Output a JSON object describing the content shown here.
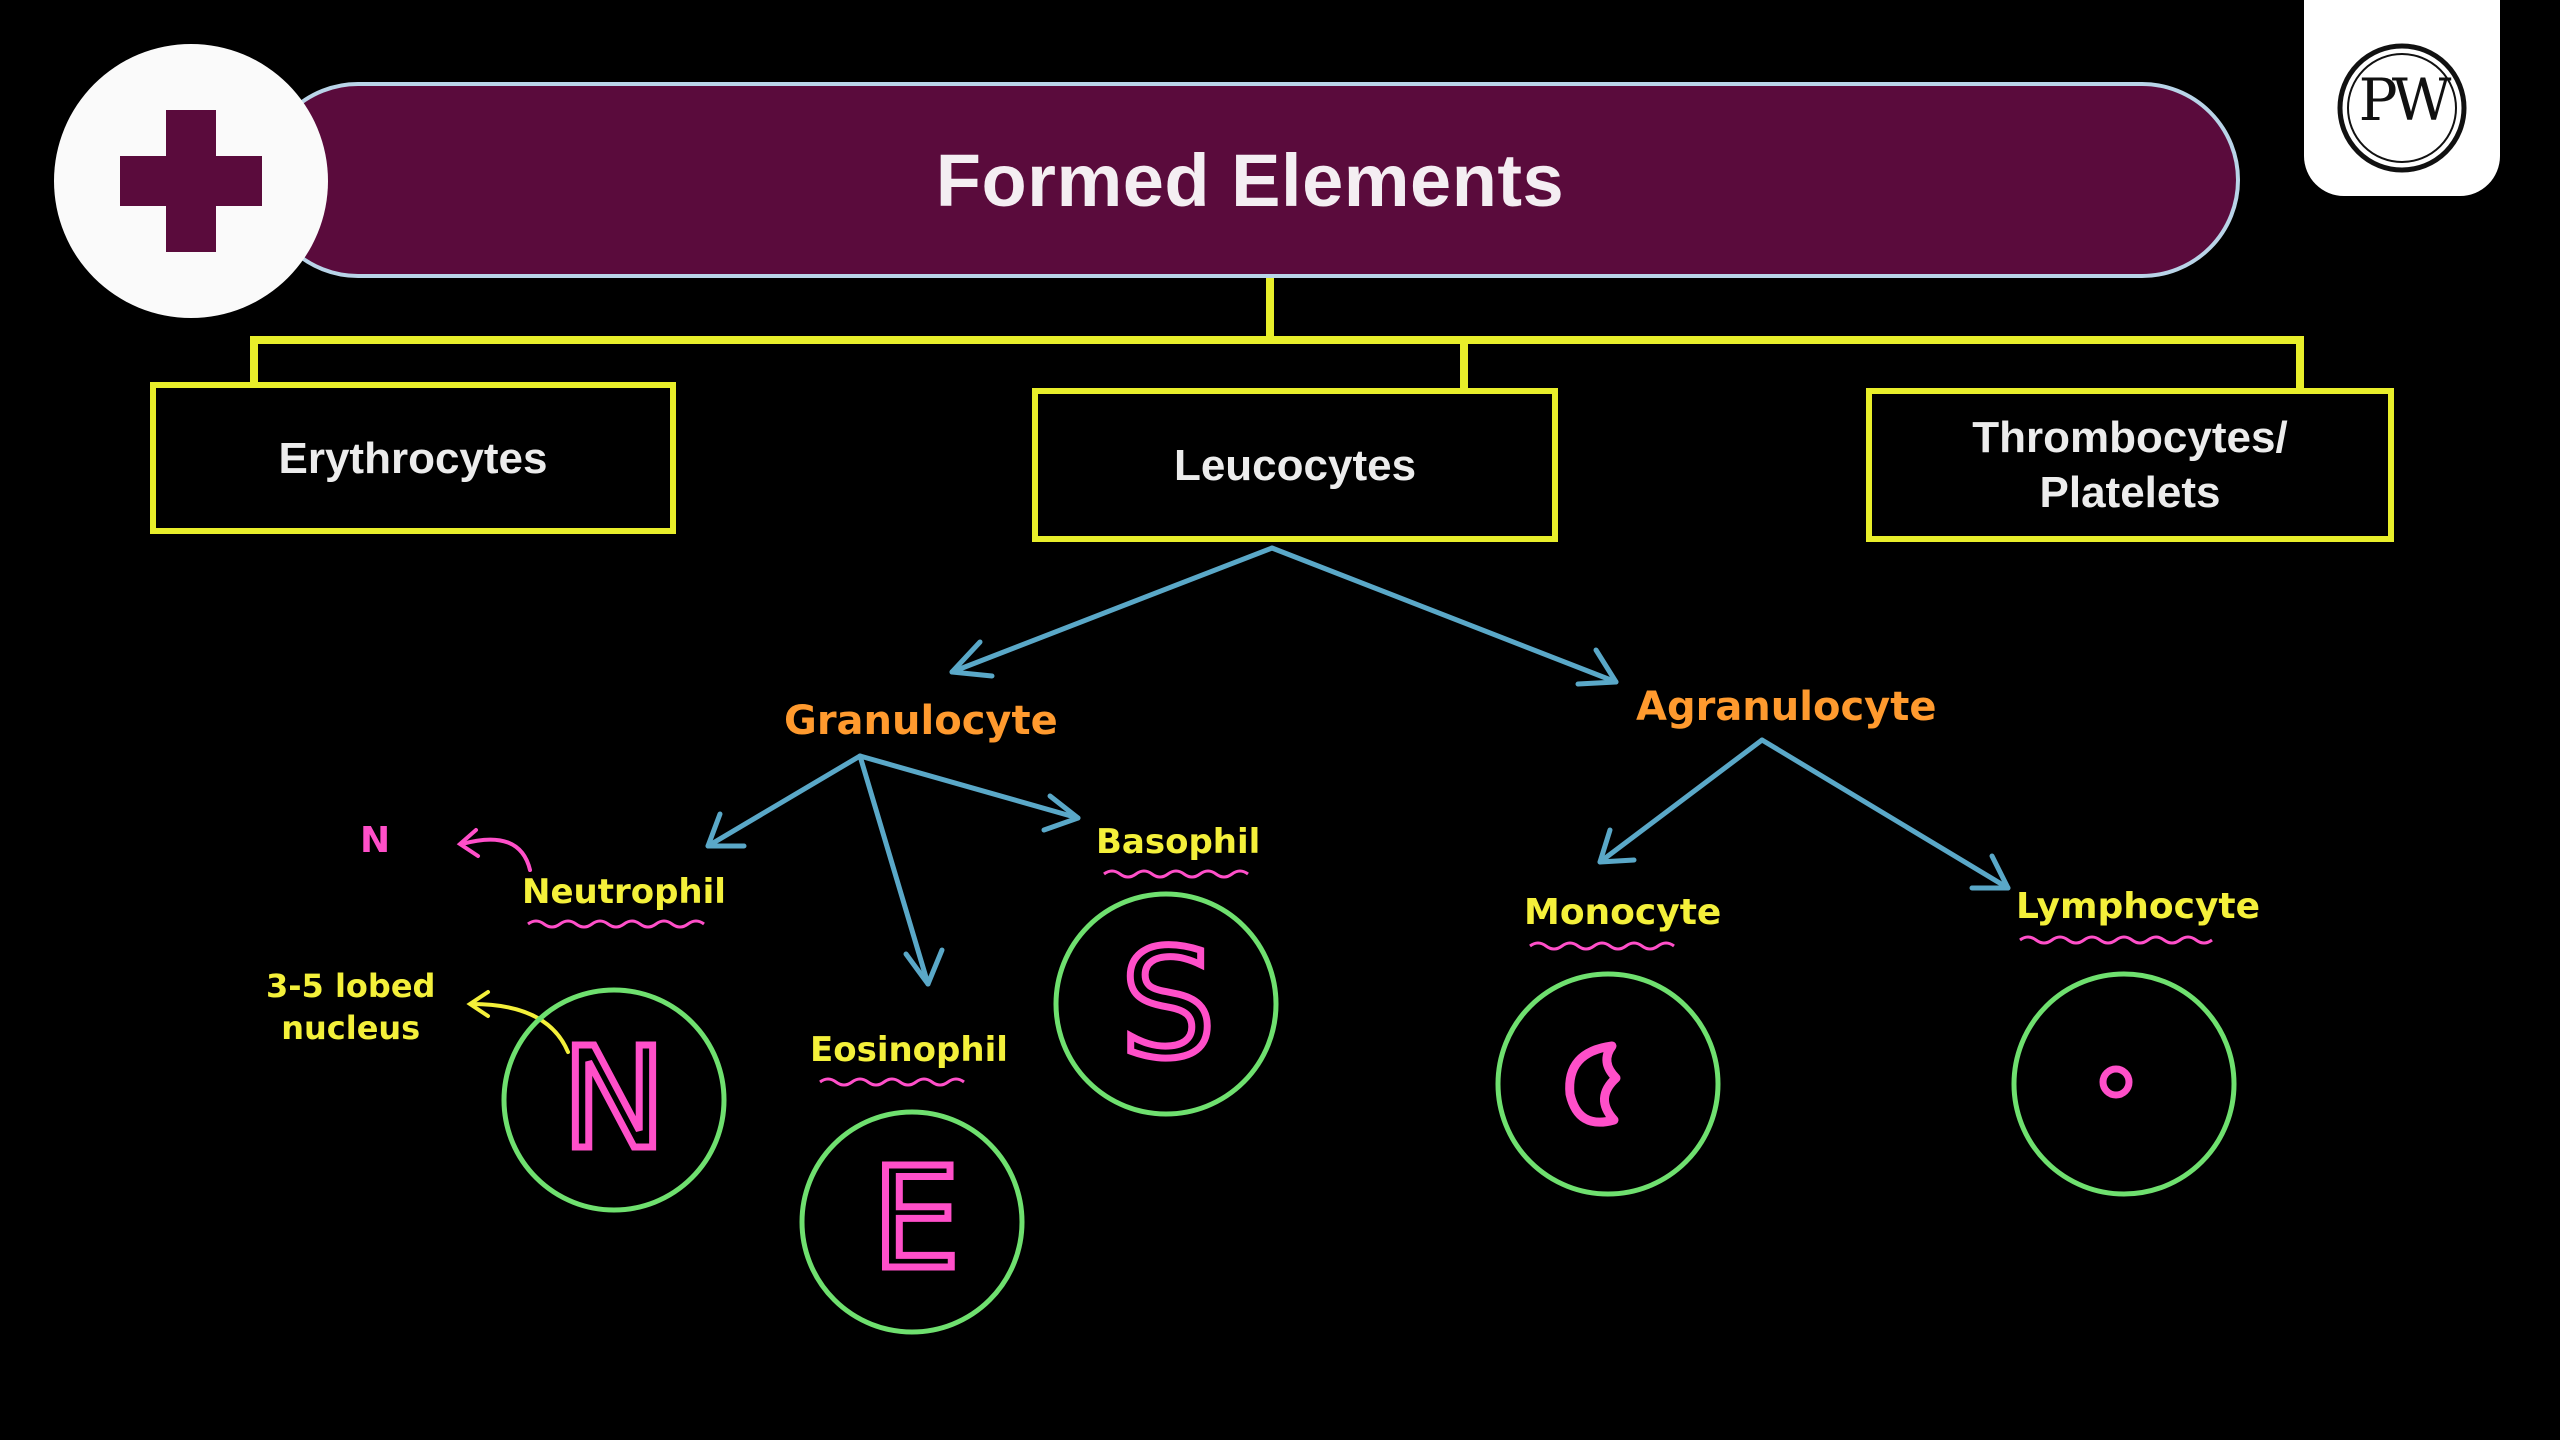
{
  "title": "Formed Elements",
  "logo_text": "PW",
  "categories": {
    "erythrocytes": "Erythrocytes",
    "leucocytes": "Leucocytes",
    "thrombocytes_line1": "Thrombocytes/",
    "thrombocytes_line2": "Platelets"
  },
  "leucocyte_types": {
    "granulocyte": "Granulocyte",
    "agranulocyte": "Agranulocyte"
  },
  "cells": {
    "neutrophil": "Neutrophil",
    "eosinophil": "Eosinophil",
    "basophil": "Basophil",
    "monocyte": "Monocyte",
    "lymphocyte": "Lymphocyte"
  },
  "annotations": {
    "n_mark": "N",
    "lobed_line1": "3-5 lobed",
    "lobed_line2": "nucleus"
  },
  "nucleus_letters": {
    "neutrophil": "N",
    "eosinophil": "E",
    "basophil": "S"
  },
  "colors": {
    "banner": "#5a0b3c",
    "box_border": "#e8ee2a",
    "arrows": "#5aa8c8",
    "handwriting_orange": "#ff9a2e",
    "handwriting_yellow": "#f4f03a",
    "nucleus_pink": "#ff4fc9",
    "cell_membrane": "#6fe06f"
  }
}
